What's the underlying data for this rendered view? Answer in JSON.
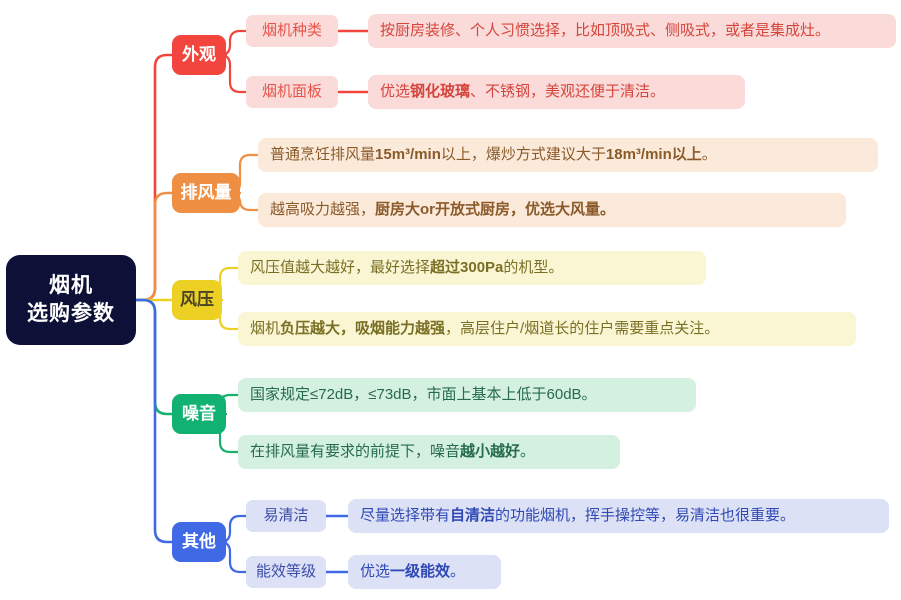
{
  "diagram": {
    "type": "mind-map",
    "title": "烟机选购参数",
    "root": {
      "line1": "烟机",
      "line2": "选购参数",
      "bg": "#0d1137",
      "color": "#ffffff"
    },
    "branches": [
      {
        "id": "appearance",
        "label": "外观",
        "color": "#f1453d",
        "chip_bg": "#f1453d",
        "chip_text": "#ffffff",
        "sub_bg": "#fadbd9",
        "sub_text": "#e8544a",
        "leaf_bg": "#fadbd9",
        "leaf_text": "#d5453c",
        "items": [
          {
            "label": "烟机种类",
            "detail_plain": "按厨房装修、个人习惯选择，比如顶吸式、侧吸式，或者是集成灶。",
            "detail_parts": [
              {
                "text": "按厨房装修、个人习惯选择，比如顶吸式、侧吸式，或者是集成灶。",
                "bold": false
              }
            ]
          },
          {
            "label": "烟机面板",
            "detail_plain": "优选钢化玻璃、不锈钢，美观还便于清洁。",
            "detail_parts": [
              {
                "text": "优选",
                "bold": false
              },
              {
                "text": "钢化玻璃",
                "bold": true
              },
              {
                "text": "、不锈钢，美观还便于清洁。",
                "bold": false
              }
            ]
          }
        ]
      },
      {
        "id": "airflow",
        "label": "排风量",
        "color": "#ef8f44",
        "chip_bg": "#ef8f44",
        "chip_text": "#ffffff",
        "sub_bg": "#fbead9",
        "sub_text": "#b5651d",
        "leaf_bg": "#fbead9",
        "leaf_text": "#8a5a2b",
        "items": [
          {
            "label": "",
            "detail_plain": "普通烹饪排风量15m³/min以上，爆炒方式建议大于18m³/min以上。",
            "detail_parts": [
              {
                "text": "普通烹饪排风量",
                "bold": false
              },
              {
                "text": "15m³/min",
                "bold": true
              },
              {
                "text": "以上，爆炒方式建议大于",
                "bold": false
              },
              {
                "text": "18m³/min以上",
                "bold": true
              },
              {
                "text": "。",
                "bold": false
              }
            ]
          },
          {
            "label": "",
            "detail_plain": "越高吸力越强，厨房大or开放式厨房，优选大风量。",
            "detail_parts": [
              {
                "text": "越高吸力越强，",
                "bold": false
              },
              {
                "text": "厨房大or开放式厨房，优选大风量。",
                "bold": true
              }
            ]
          }
        ]
      },
      {
        "id": "pressure",
        "label": "风压",
        "color": "#ecd124",
        "chip_bg": "#ecd124",
        "chip_text": "#4a4326",
        "sub_bg": "#faf6d4",
        "sub_text": "#8a7d1e",
        "leaf_bg": "#faf6d4",
        "leaf_text": "#7a6f24",
        "items": [
          {
            "label": "",
            "detail_plain": "风压值越大越好，最好选择超过300Pa的机型。",
            "detail_parts": [
              {
                "text": "风压值越大越好，最好选择",
                "bold": false
              },
              {
                "text": "超过300Pa",
                "bold": true
              },
              {
                "text": "的机型。",
                "bold": false
              }
            ]
          },
          {
            "label": "",
            "detail_plain": "烟机负压越大，吸烟能力越强，高层住户/烟道长的住户需要重点关注。",
            "detail_parts": [
              {
                "text": "烟机",
                "bold": false
              },
              {
                "text": "负压越大，吸烟能力越强",
                "bold": true
              },
              {
                "text": "，高层住户/烟道长的住户需要重点关注。",
                "bold": false
              }
            ]
          }
        ]
      },
      {
        "id": "noise",
        "label": "噪音",
        "color": "#18b06d",
        "chip_bg": "#10b171",
        "chip_text": "#ffffff",
        "sub_bg": "#d4f0e0",
        "sub_text": "#1b7a50",
        "leaf_bg": "#d4f0e0",
        "leaf_text": "#256b4c",
        "items": [
          {
            "label": "",
            "detail_plain": "国家规定≤72dB，≤73dB，市面上基本上低于60dB。",
            "detail_parts": [
              {
                "text": "国家规定≤72dB，≤73dB，市面上基本上低于60dB。",
                "bold": false
              }
            ]
          },
          {
            "label": "",
            "detail_plain": "在排风量有要求的前提下，噪音越小越好。",
            "detail_parts": [
              {
                "text": "在排风量有要求的前提下，噪音",
                "bold": false
              },
              {
                "text": "越小越好",
                "bold": true
              },
              {
                "text": "。",
                "bold": false
              }
            ]
          }
        ]
      },
      {
        "id": "other",
        "label": "其他",
        "color": "#4069e5",
        "chip_bg": "#4069e5",
        "chip_text": "#ffffff",
        "sub_bg": "#dde1f5",
        "sub_text": "#3a4da8",
        "leaf_bg": "#dde1f5",
        "leaf_text": "#2f49b5",
        "items": [
          {
            "label": "易清洁",
            "detail_plain": "尽量选择带有自清洁的功能烟机，挥手操控等，易清洁也很重要。",
            "detail_parts": [
              {
                "text": "尽量选择带有",
                "bold": false
              },
              {
                "text": "自清洁",
                "bold": true
              },
              {
                "text": "的功能烟机，挥手操控等，易清洁也很重要。",
                "bold": false
              }
            ]
          },
          {
            "label": "能效等级",
            "detail_plain": "优选一级能效。",
            "detail_parts": [
              {
                "text": "优选",
                "bold": false
              },
              {
                "text": "一级能效",
                "bold": true
              },
              {
                "text": "。",
                "bold": false
              }
            ]
          }
        ]
      }
    ]
  }
}
